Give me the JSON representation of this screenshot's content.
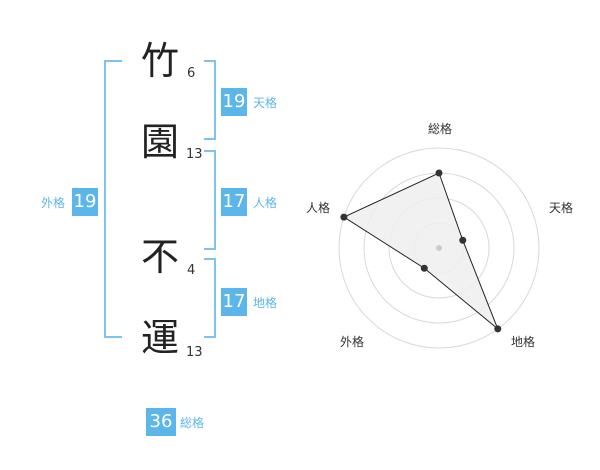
{
  "name": {
    "characters": [
      {
        "char": "竹",
        "strokes": "6"
      },
      {
        "char": "園",
        "strokes": "13"
      },
      {
        "char": "不",
        "strokes": "4"
      },
      {
        "char": "運",
        "strokes": "13"
      }
    ]
  },
  "fortunes": {
    "tenkaku": {
      "value": "19",
      "label": "天格"
    },
    "jinkaku": {
      "value": "17",
      "label": "人格"
    },
    "chikaku": {
      "value": "17",
      "label": "地格"
    },
    "gaikaku": {
      "value": "19",
      "label": "外格"
    },
    "soukaku": {
      "value": "36",
      "label": "総格"
    }
  },
  "radar": {
    "labels": [
      "総格",
      "天格",
      "地格",
      "外格",
      "人格"
    ],
    "levels": 4,
    "scores": [
      3,
      1,
      4,
      1,
      4
    ],
    "colors": {
      "grid": "#d9d9d9",
      "fill": "#eeeeee",
      "line": "#222222",
      "point": "#333333",
      "center": "#cccccc"
    }
  },
  "colors": {
    "accent": "#5db6ea",
    "bracket": "#7cc4ee"
  }
}
